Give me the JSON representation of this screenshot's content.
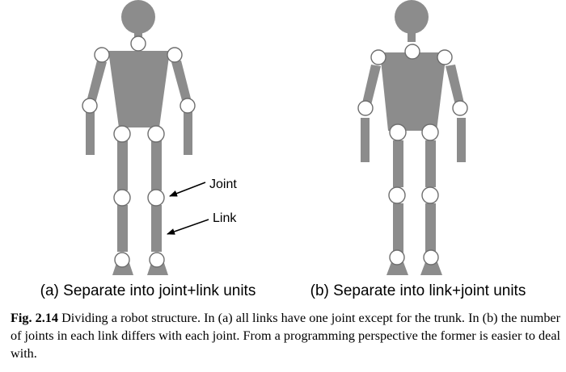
{
  "figure": {
    "colors": {
      "body": "#8c8c8c",
      "joint_fill": "#ffffff",
      "joint_stroke": "#6e6e6e",
      "text": "#000000"
    },
    "labels": {
      "joint": "Joint",
      "link": "Link"
    },
    "subcaptions": {
      "a": "(a) Separate into joint+link units",
      "b": "(b) Separate into link+joint units"
    }
  },
  "caption": {
    "label": "Fig. 2.14",
    "text": "Dividing a robot structure. In (a) all links have one joint except for the trunk. In (b) the number of joints in each link differs with each joint. From a programming perspective the former is easier to deal with."
  }
}
